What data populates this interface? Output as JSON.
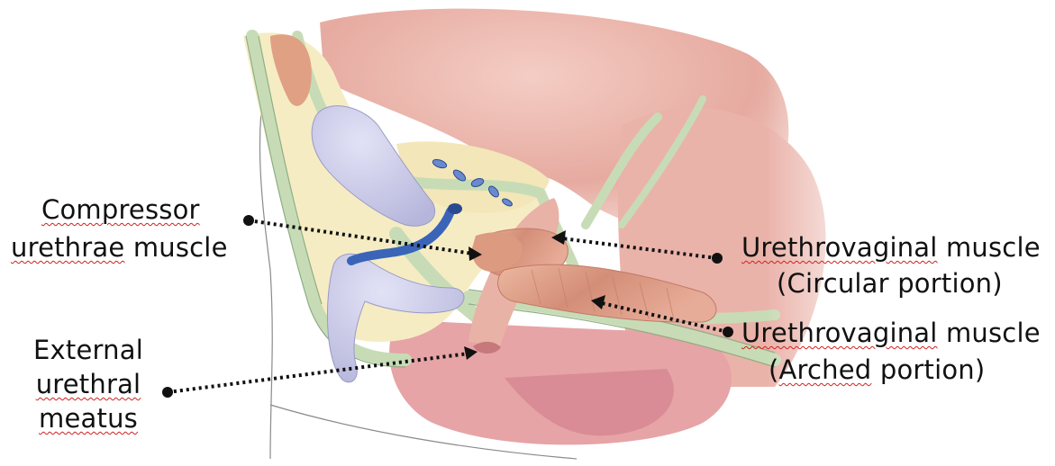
{
  "labels": {
    "compressor": {
      "word1": "Compressor",
      "word2": "urethrae",
      "word3": " muscle"
    },
    "external": {
      "line1": "External",
      "line2": "urethral",
      "line3": "meatus"
    },
    "circular": {
      "word1": "Urethrovaginal",
      "word2": " muscle",
      "line2": "(Circular portion)"
    },
    "arched": {
      "word1": "Urethrovaginal",
      "word2": " muscle",
      "line2_open": "(",
      "line2_word": "Arched",
      "line2_rest": " portion)"
    }
  },
  "colors": {
    "skin": "#e8b0a8",
    "muscle": "#d99880",
    "fascia": "#cfe0c0",
    "fat": "#f6ecc4",
    "bone": "#c6c6e6",
    "vessel": "#3a64b8",
    "leader": "#111111"
  }
}
